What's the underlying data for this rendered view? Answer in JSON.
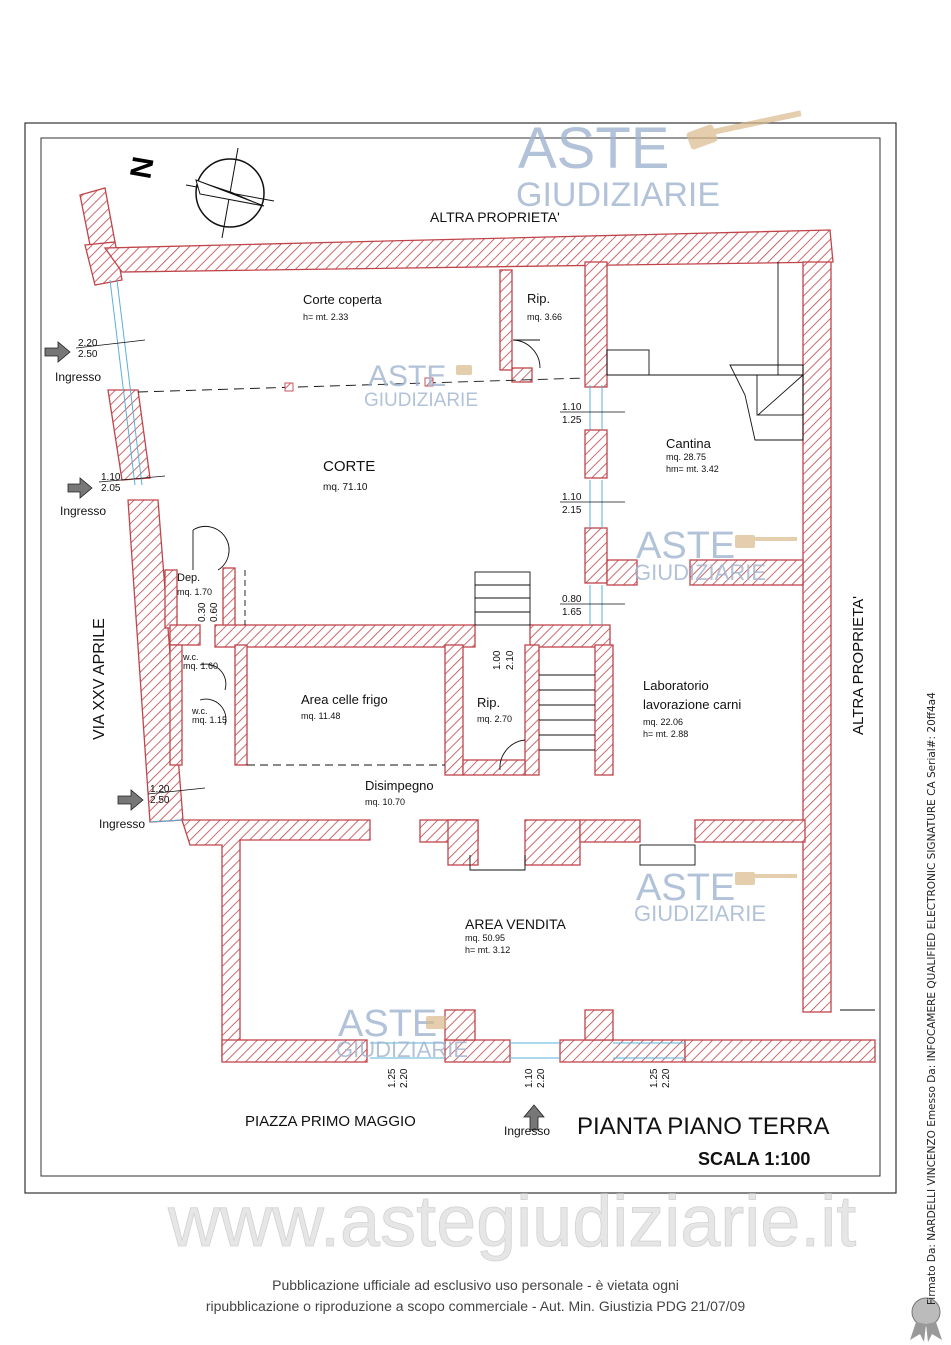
{
  "labels": {
    "altra_top": "ALTRA PROPRIETA'",
    "altra_right": "ALTRA PROPRIETA'",
    "via": "VIA XXV APRILE",
    "piazza": "PIAZZA PRIMO MAGGIO",
    "north": "N",
    "title": "PIANTA PIANO TERRA",
    "scale": "SCALA 1:100",
    "ingresso": "Ingresso"
  },
  "rooms": {
    "corte_coperta": {
      "name": "Corte coperta",
      "area": "h= mt. 2.33"
    },
    "rip1": {
      "name": "Rip.",
      "area": "mq. 3.66"
    },
    "cantina": {
      "name": "Cantina",
      "area": "mq. 28.75",
      "height": "hm= mt. 3.42"
    },
    "corte": {
      "name": "CORTE",
      "area": "mq. 71.10"
    },
    "dep": {
      "name": "Dep.",
      "area": "mq. 1.70"
    },
    "wc1": {
      "name": "w.c.",
      "area": "mq. 1.60"
    },
    "wc2": {
      "name": "w.c.",
      "area": "mq. 1.15"
    },
    "celle": {
      "name": "Area celle frigo",
      "area": "mq. 11.48"
    },
    "rip2": {
      "name": "Rip.",
      "area": "mq. 2.70"
    },
    "laboratorio": {
      "name1": "Laboratorio",
      "name2": "lavorazione carni",
      "area": "mq. 22.06",
      "height": "h= mt. 2.88"
    },
    "disimpegno": {
      "name": "Disimpegno",
      "area": "mq. 10.70"
    },
    "vendita": {
      "name": "AREA VENDITA",
      "area": "mq. 50.95",
      "height": "h= mt. 3.12"
    }
  },
  "openings": {
    "o1": {
      "top": "2.20",
      "bottom": "2.50"
    },
    "o2": {
      "top": "1.10",
      "bottom": "2.05"
    },
    "o3": {
      "top": "1.20",
      "bottom": "2.50"
    },
    "o4": {
      "top": "1.10",
      "bottom": "1.25"
    },
    "o5": {
      "top": "1.10",
      "bottom": "2.15"
    },
    "o6": {
      "top": "0.80",
      "bottom": "1.65"
    },
    "o7": {
      "top": "0.30",
      "bottom": "0.60"
    },
    "o8": {
      "top": "1.00",
      "bottom": "2.10"
    },
    "o9": {
      "top": "1.25",
      "bottom": "2.20"
    },
    "o10": {
      "top": "1.10",
      "bottom": "2.20"
    },
    "o11": {
      "top": "1.25",
      "bottom": "2.20"
    }
  },
  "watermark": {
    "aste": "ASTE",
    "giudiziarie": "GIUDIZIARIE",
    "website": "www.astegiudiziarie.it"
  },
  "notice": {
    "line1": "Pubblicazione ufficiale ad esclusivo uso personale - è vietata ogni",
    "line2": "ripubblicazione o riproduzione a scopo commerciale - Aut. Min. Giustizia PDG 21/07/09"
  },
  "signature": "Firmato Da: NARDELLI VINCENZO Emesso Da: INFOCAMERE QUALIFIED ELECTRONIC SIGNATURE CA Serial#: 20ff4a4",
  "colors": {
    "wall": "#c0454a",
    "accent": "#5ab0d8",
    "watermark": "#9fb4cf",
    "gavel": "#d9b98a"
  }
}
